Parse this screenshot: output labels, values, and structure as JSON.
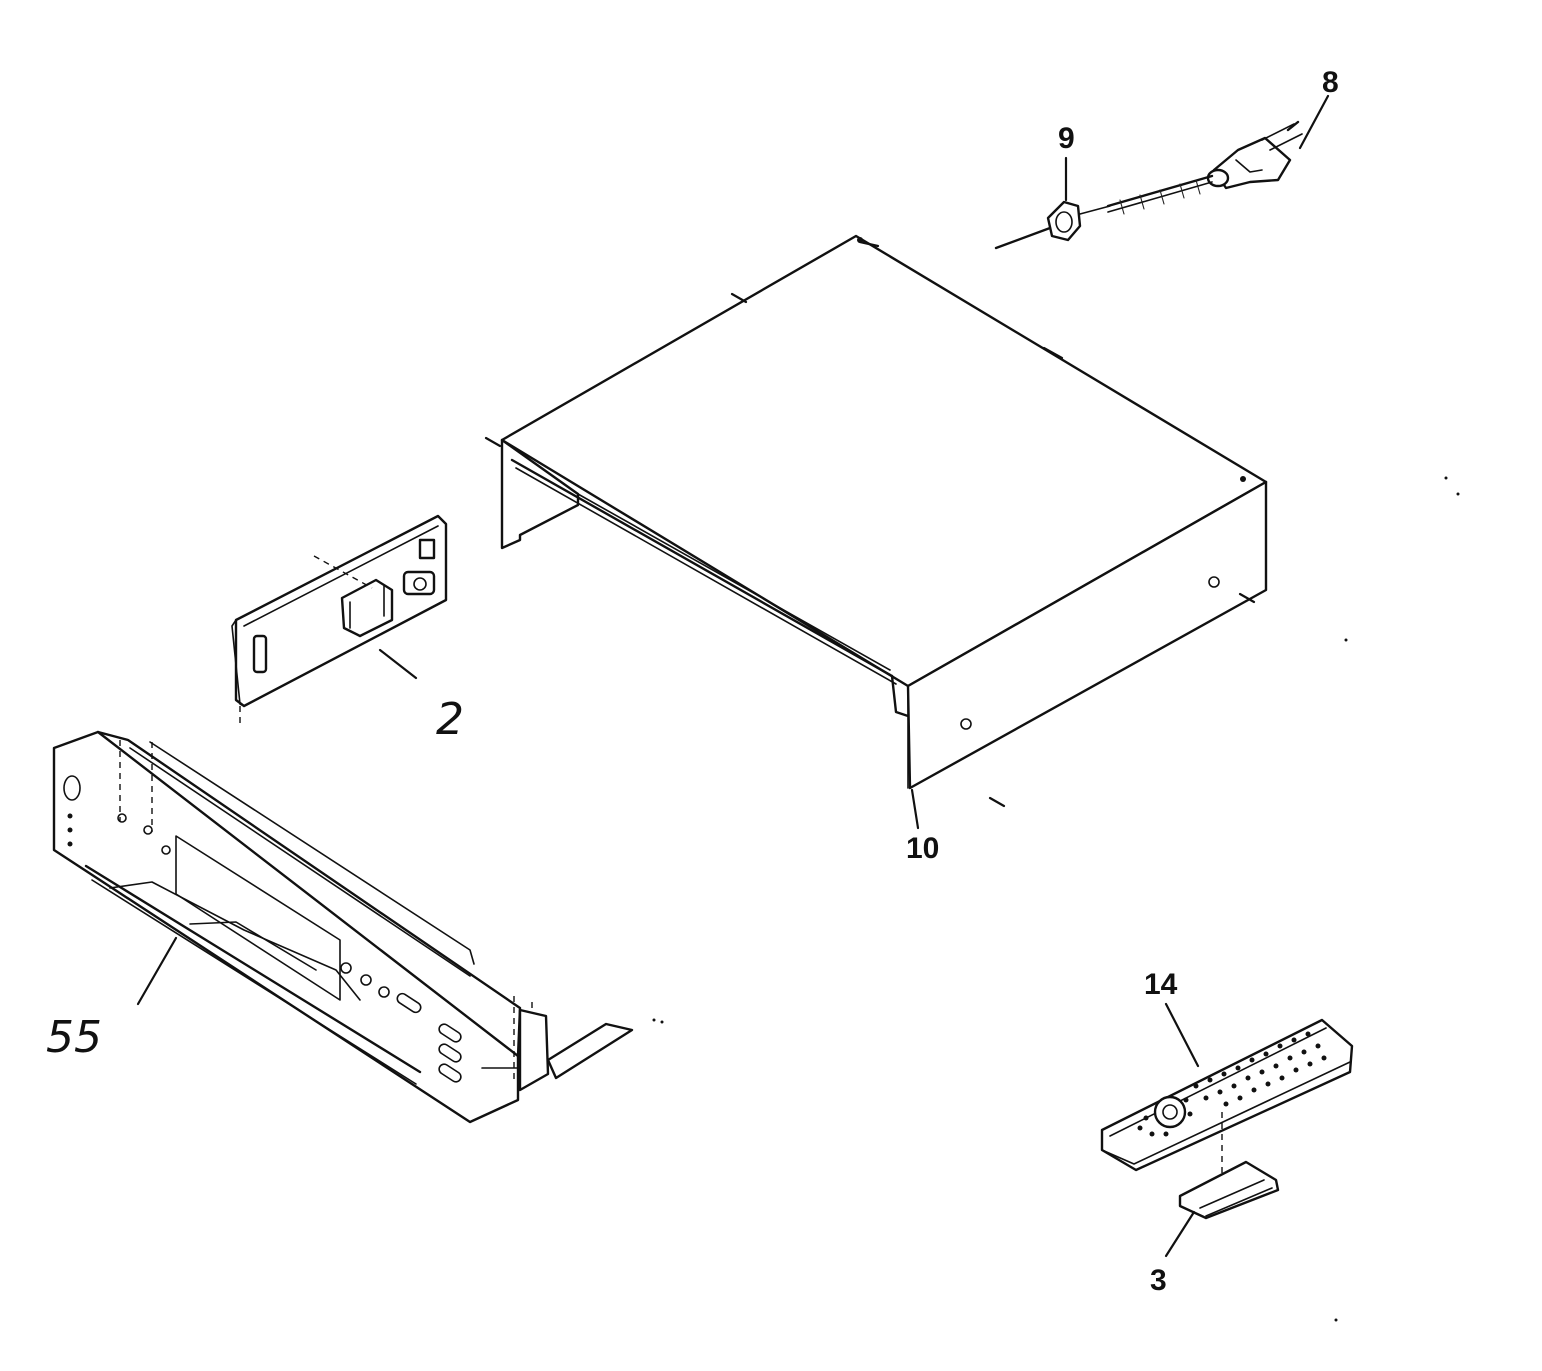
{
  "callouts": {
    "part_2": "2",
    "part_3": "3",
    "part_8": "8",
    "part_9": "9",
    "part_10": "10",
    "part_14": "14",
    "part_55": "55"
  },
  "colors": {
    "ink": "#111111",
    "paper": "#ffffff"
  }
}
